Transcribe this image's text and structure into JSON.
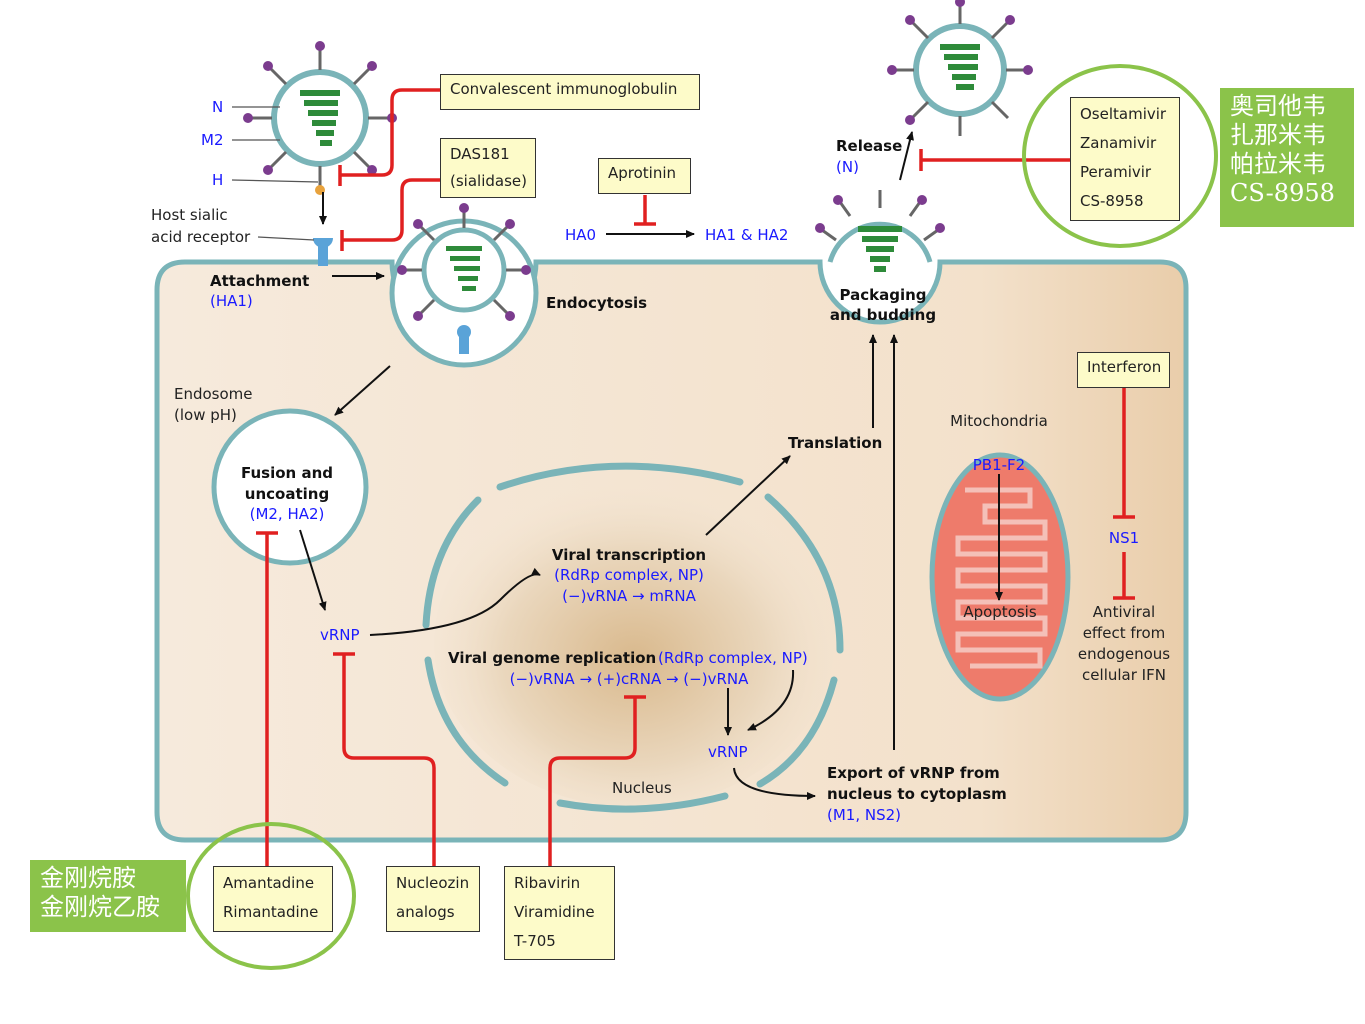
{
  "virus_labels": {
    "n": "N",
    "m2": "M2",
    "h": "H"
  },
  "host_receptor": [
    "Host sialic",
    "acid receptor"
  ],
  "steps": {
    "attachment": "Attachment",
    "attachment_protein": "(HA1)",
    "endocytosis": "Endocytosis",
    "endosome": [
      "Endosome",
      "(low pH)"
    ],
    "fusion": [
      "Fusion and",
      "uncoating"
    ],
    "fusion_proteins": "(M2, HA2)",
    "vrnp_left": "vRNP",
    "viral_transcription": "Viral transcription",
    "transcription_detail": [
      "(RdRp complex, NP)",
      "(−)vRNA → mRNA"
    ],
    "genome_replication": "Viral genome replication",
    "replication_proteins": "(RdRp complex, NP)",
    "replication_detail": "(−)vRNA → (+)cRNA → (−)vRNA",
    "vrnp_nucleus": "vRNP",
    "nucleus": "Nucleus",
    "translation": "Translation",
    "export": [
      "Export of vRNP from",
      "nucleus to cytoplasm"
    ],
    "export_proteins": "(M1, NS2)",
    "packaging": [
      "Packaging",
      "and budding"
    ],
    "release": "Release",
    "release_protein": "(N)",
    "ha0": "HA0",
    "ha1_ha2": "HA1 & HA2",
    "mitochondria": "Mitochondria",
    "pb1f2": "PB1-F2",
    "apoptosis": "Apoptosis",
    "ns1": "NS1",
    "antiviral": [
      "Antiviral",
      "effect from",
      "endogenous",
      "cellular IFN"
    ]
  },
  "drug_boxes": {
    "convalescent": [
      "Convalescent immunoglobulin"
    ],
    "das181": [
      "DAS181",
      "(sialidase)"
    ],
    "aprotinin": [
      "Aprotinin"
    ],
    "neuraminidase": [
      "Oseltamivir",
      "Zanamivir",
      "Peramivir",
      "CS-8958"
    ],
    "interferon": [
      "Interferon"
    ],
    "adamantanes": [
      "Amantadine",
      "Rimantadine"
    ],
    "nucleozin": [
      "Nucleozin",
      "analogs"
    ],
    "ribavirin": [
      "Ribavirin",
      "Viramidine",
      "T-705"
    ]
  },
  "chinese_labels": {
    "neuraminidase": [
      "奥司他韦",
      "扎那米韦",
      "帕拉米韦",
      "CS-8958"
    ],
    "adamantanes": [
      "金刚烷胺",
      "金刚烷乙胺"
    ]
  },
  "colors": {
    "cell_fill": "#f4e3cf",
    "membrane": "#7ab4b8",
    "inhibitor": "#e02020",
    "label_blue": "#1a1aff",
    "highlight_green": "#8bc34a",
    "drug_box": "#fdfbc9",
    "mitochondria": "#ee7b6b"
  }
}
